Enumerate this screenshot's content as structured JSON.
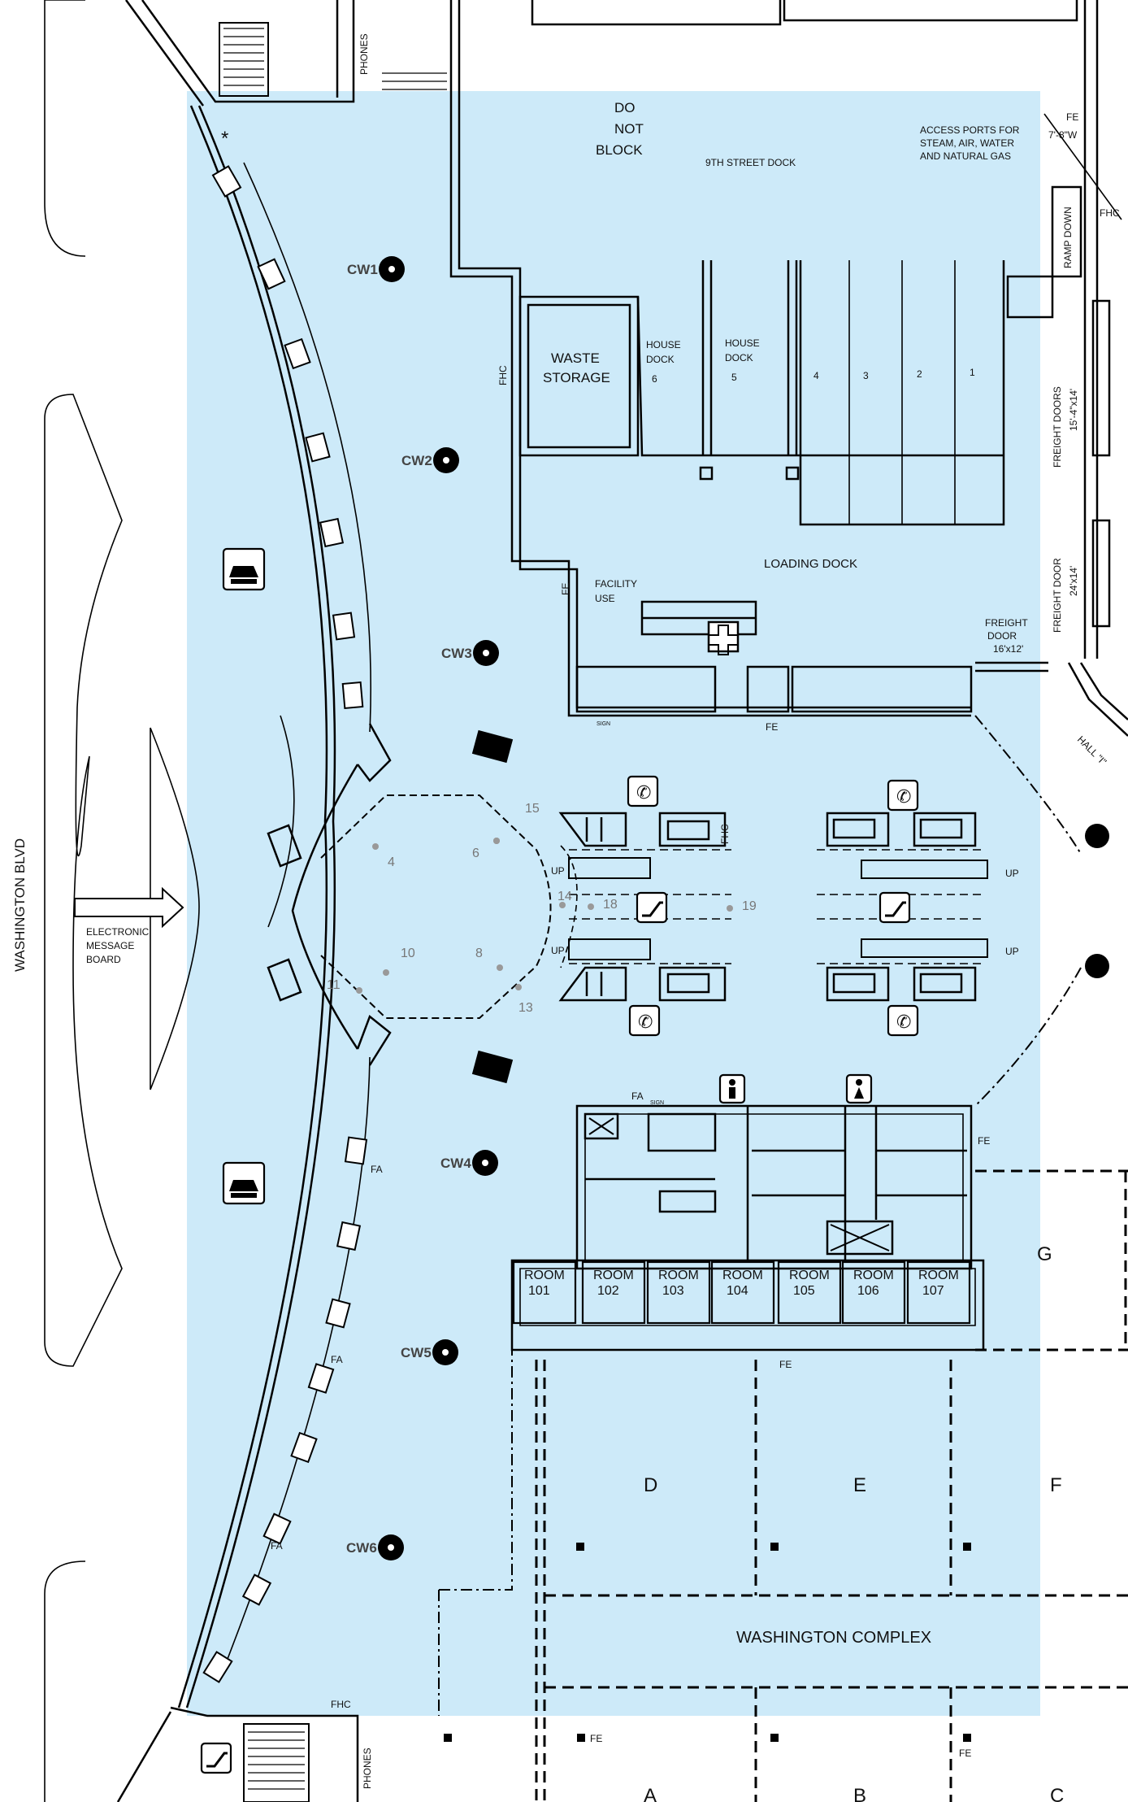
{
  "street": {
    "name": "WASHINGTON BLVD"
  },
  "signage": {
    "electronic_board": [
      "ELECTRONIC",
      "MESSAGE",
      "BOARD"
    ]
  },
  "dock_area": {
    "do_not_block": [
      "DO",
      "NOT",
      "BLOCK"
    ],
    "street_dock": "9TH STREET DOCK",
    "access_ports": [
      "ACCESS PORTS FOR",
      "STEAM, AIR, WATER",
      "AND NATURAL GAS"
    ],
    "fe_top": "FE",
    "clearance": "7'-8\"W",
    "fhc_right": "FHC",
    "ramp": "RAMP DOWN",
    "waste": [
      "WASTE",
      "STORAGE"
    ],
    "house_dock_6": [
      "HOUSE",
      "DOCK",
      "6"
    ],
    "house_dock_5": [
      "HOUSE",
      "DOCK",
      "5"
    ],
    "bays": [
      "4",
      "3",
      "2",
      "1"
    ],
    "fhc_left": "FHC",
    "loading_dock": "LOADING DOCK",
    "facility_use": [
      "FACILITY",
      "USE"
    ],
    "fe_mid": "FE",
    "freight_doors_1": [
      "FREIGHT DOORS",
      "15'-4\"x14'"
    ],
    "freight_door_2": [
      "FREIGHT DOOR",
      "24'x14'"
    ],
    "freight_door_3": [
      "FREIGHT",
      "DOOR",
      "16'x12'"
    ],
    "sign": "SIGN",
    "fe_corridor": "FE",
    "hall": "HALL \"I\""
  },
  "cw_points": [
    {
      "label": "CW1"
    },
    {
      "label": "CW2"
    },
    {
      "label": "CW3"
    },
    {
      "label": "CW4"
    },
    {
      "label": "CW5"
    },
    {
      "label": "CW6"
    }
  ],
  "rotunda_points": [
    "4",
    "6",
    "15",
    "14",
    "18",
    "19",
    "10",
    "8",
    "11",
    "13"
  ],
  "escalators": {
    "up": "UP",
    "fhc": "FHC"
  },
  "restroom_block": {
    "fa": "FA",
    "sign": "SIGN",
    "fe": "FE"
  },
  "rooms": [
    {
      "word": "ROOM",
      "number": "101"
    },
    {
      "word": "ROOM",
      "number": "102"
    },
    {
      "word": "ROOM",
      "number": "103"
    },
    {
      "word": "ROOM",
      "number": "104"
    },
    {
      "word": "ROOM",
      "number": "105"
    },
    {
      "word": "ROOM",
      "number": "106"
    },
    {
      "word": "ROOM",
      "number": "107"
    }
  ],
  "fire_alarm_labels": [
    "FA",
    "FA",
    "FA"
  ],
  "halls": {
    "d": "D",
    "e": "E",
    "f": "F",
    "g": "G",
    "a": "A",
    "b": "B",
    "c": "C"
  },
  "fe_lower": [
    "FE",
    "FE",
    "FE"
  ],
  "complex": "WASHINGTON COMPLEX",
  "bottom": {
    "fhc": "FHC",
    "phones": "PHONES"
  },
  "top": {
    "phones": "PHONES"
  },
  "colors": {
    "highlight": "#cdeaf9",
    "line": "#000000",
    "cw_marker": "#000000",
    "point": "#999999"
  },
  "icons": [
    "phone-icon",
    "escalator-icon",
    "first-aid-icon",
    "mens-restroom-icon",
    "womens-restroom-icon",
    "taxi-icon",
    "elevator-icon"
  ]
}
